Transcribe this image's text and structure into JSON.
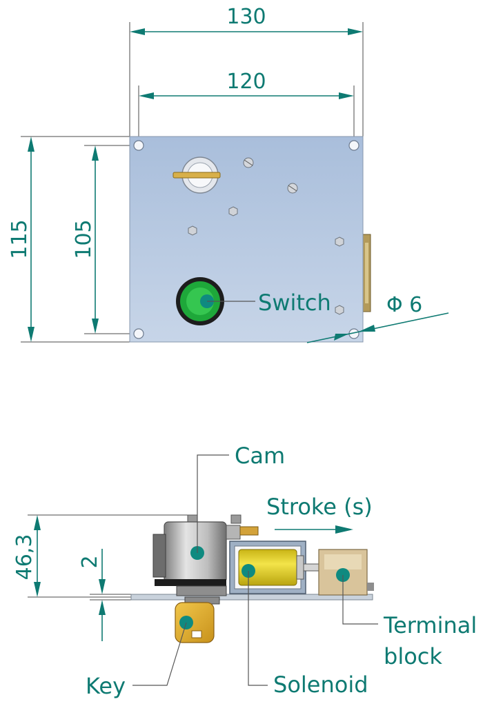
{
  "dimensions": {
    "width_outer": "130",
    "width_inner": "120",
    "height_outer": "115",
    "height_inner": "105",
    "hole_diameter": "Φ 6",
    "side_height": "46,3",
    "plate_thickness": "2"
  },
  "labels": {
    "switch": "Switch",
    "cam": "Cam",
    "stroke": "Stroke (s)",
    "terminal_line1": "Terminal",
    "terminal_line2": "block",
    "key": "Key",
    "solenoid": "Solenoid"
  },
  "colors": {
    "dimension": "#0e7a72",
    "plate": "#b4c6de",
    "switch_button": "#1ea83a",
    "solenoid_coil": "#e7d62a",
    "key": "#e3b02c",
    "terminal_block": "#d9c49b"
  }
}
